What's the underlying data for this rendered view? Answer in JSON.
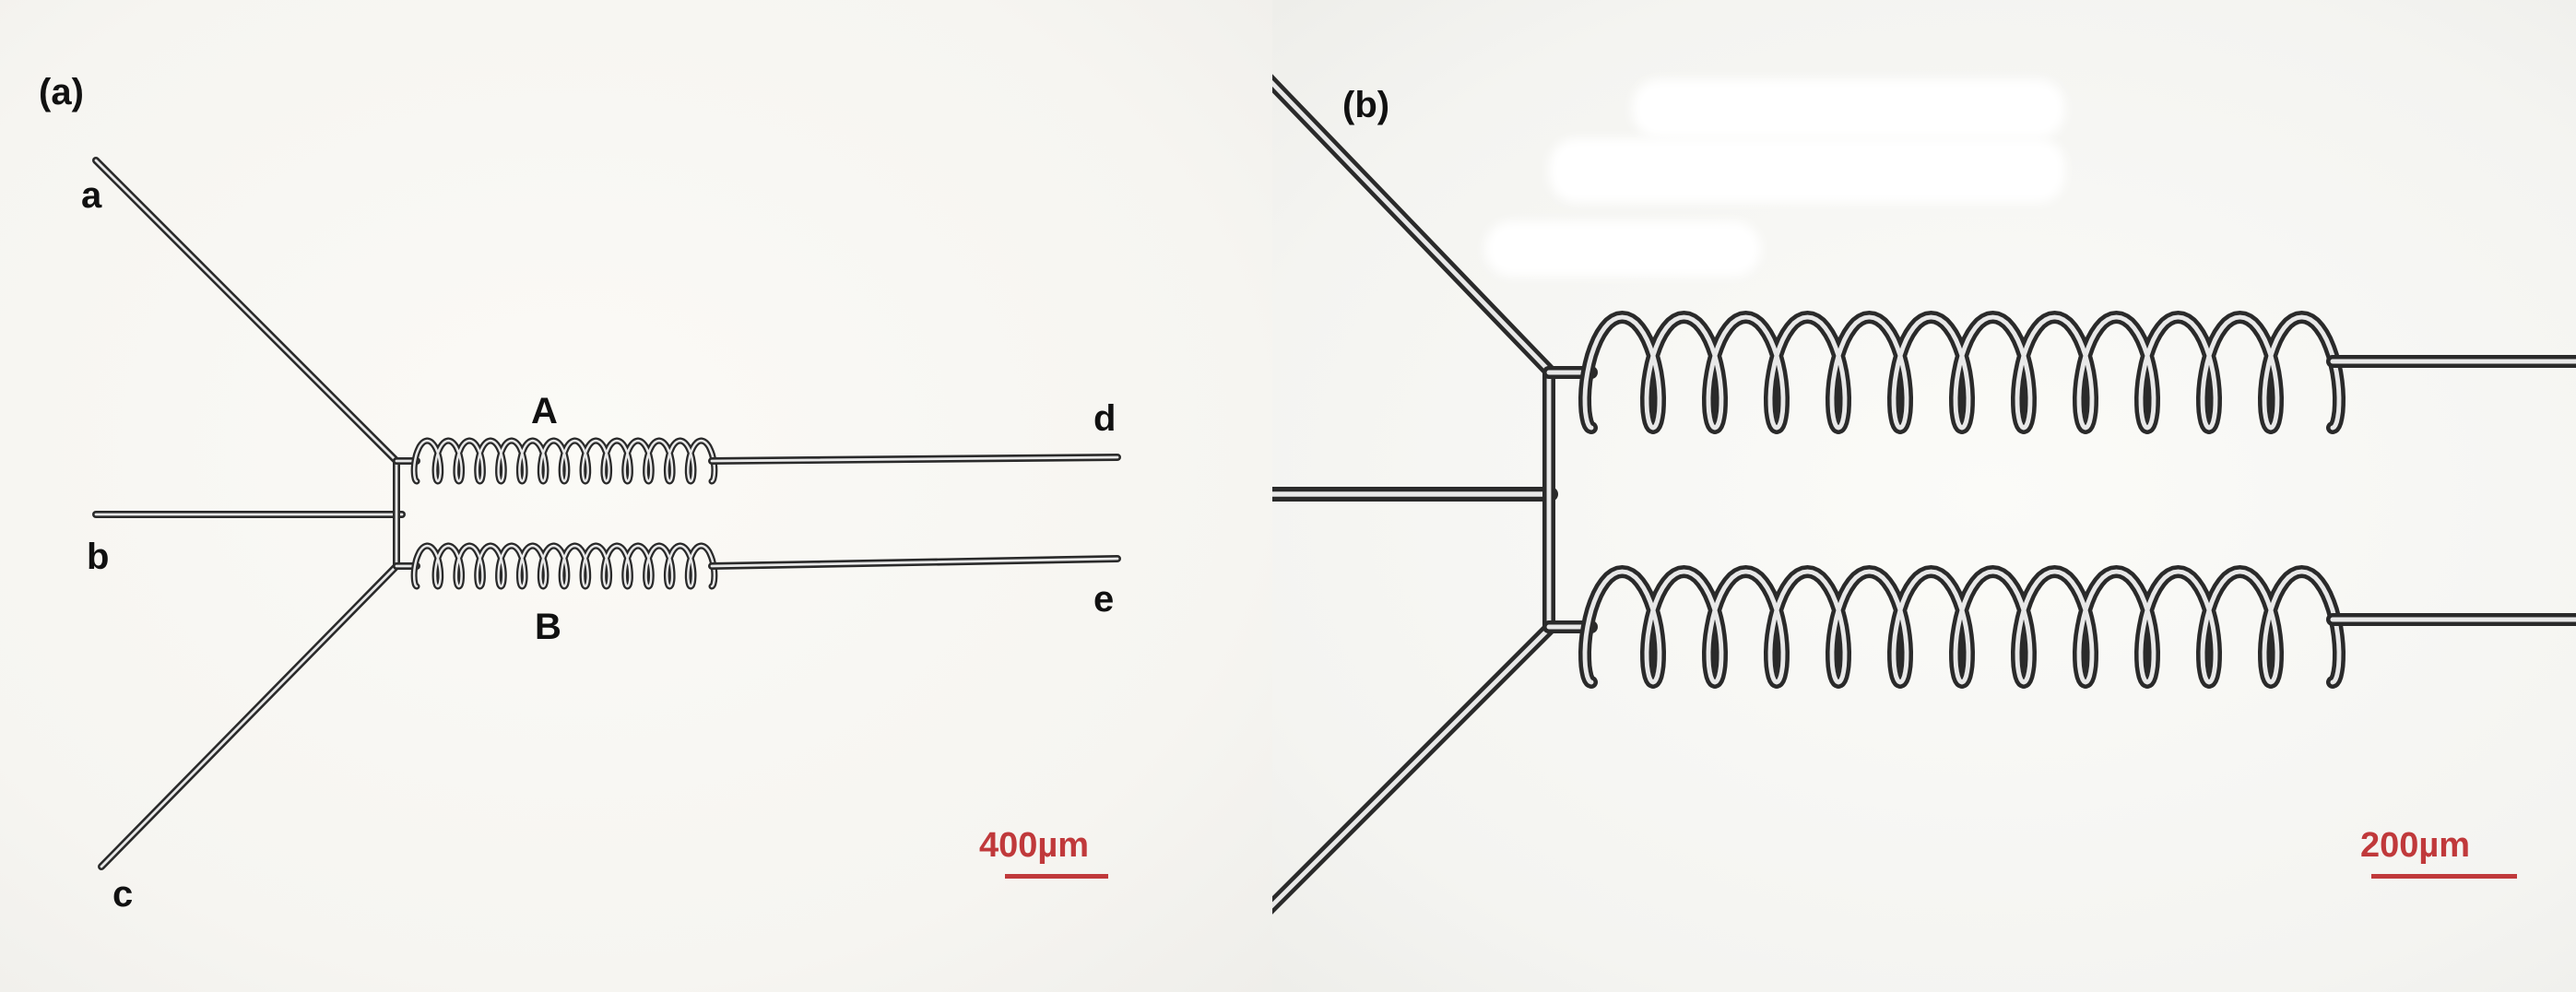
{
  "panels": [
    {
      "label": "(a)",
      "ports": [
        "a",
        "b",
        "c",
        "d",
        "e"
      ],
      "channels": [
        "A",
        "B"
      ],
      "scale_bar": "400µm"
    },
    {
      "label": "(b)",
      "scale_bar": "200µm"
    }
  ],
  "colors": {
    "channel_dark": "#2a2a2a",
    "channel_light": "#e8e8e8",
    "scale_bar": "#c0393b"
  }
}
